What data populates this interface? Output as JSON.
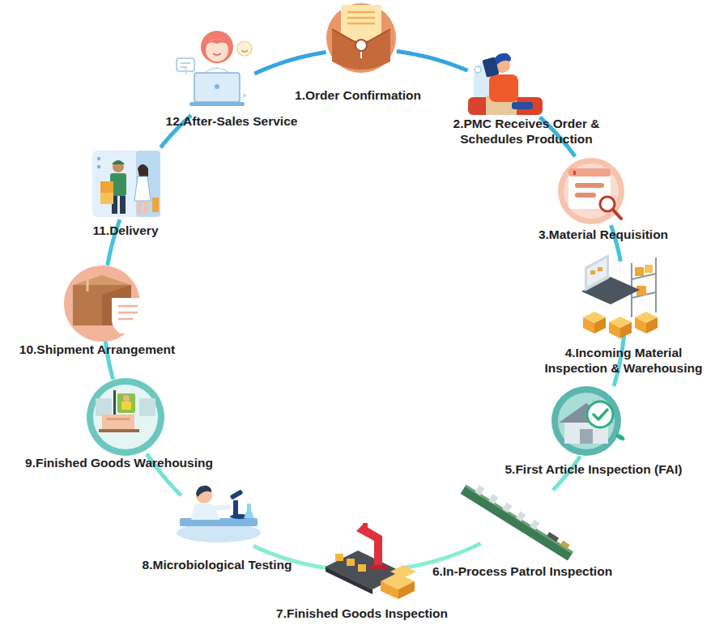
{
  "diagram": {
    "nodes": [
      {
        "text": [
          "1.Order Confirmation"
        ]
      },
      {
        "text": [
          "2.PMC Receives Order & Schedules Production"
        ]
      },
      {
        "text": [
          "3.Material Requisition"
        ]
      },
      {
        "text": [
          "4.Incoming Material Inspection & Warehousing"
        ]
      },
      {
        "text": [
          "5.First Article Inspection (FAI)"
        ]
      },
      {
        "text": [
          "6.In-Process Patrol Inspection"
        ]
      },
      {
        "text": [
          "7.Finished Goods Inspection"
        ]
      },
      {
        "text": [
          "8.Microbiological Testing"
        ]
      },
      {
        "text": [
          "9.Finished Goods Warehousing"
        ]
      },
      {
        "text": [
          "10.Shipment Arrangement"
        ]
      },
      {
        "text": [
          "11.Delivery"
        ]
      },
      {
        "text": [
          "12.After-Sales Service"
        ]
      }
    ],
    "edges": [
      {
        "from": 0,
        "to": 1,
        "arrow": "none"
      },
      {
        "from": 1,
        "to": 2,
        "arrow": "none"
      },
      {
        "from": 2,
        "to": 3,
        "arrow": "none"
      },
      {
        "from": 3,
        "to": 4,
        "arrow": "none"
      },
      {
        "from": 4,
        "to": 5,
        "arrow": "none"
      },
      {
        "from": 5,
        "to": 6,
        "arrow": "none"
      },
      {
        "from": 6,
        "to": 7,
        "arrow": "none"
      },
      {
        "from": 7,
        "to": 8,
        "arrow": "none"
      },
      {
        "from": 8,
        "to": 9,
        "arrow": "none"
      },
      {
        "from": 9,
        "to": 10,
        "arrow": "none"
      },
      {
        "from": 10,
        "to": 11,
        "arrow": "none"
      },
      {
        "from": 11,
        "to": 0,
        "arrow": "none"
      }
    ]
  }
}
